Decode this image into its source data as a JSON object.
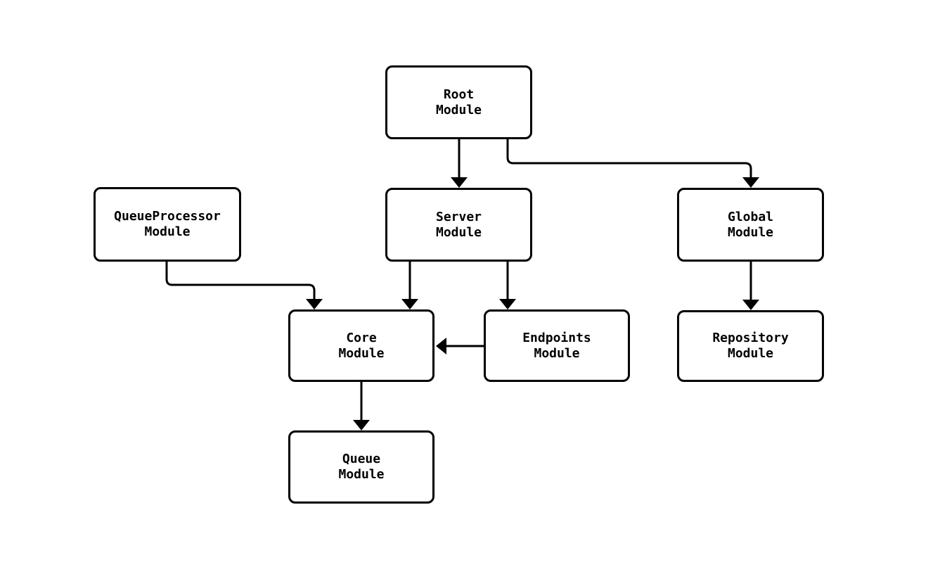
{
  "diagram": {
    "type": "module-dependency-graph",
    "background_color": "#ffffff",
    "node_fill_color": "#ffffff",
    "node_border_color": "#000000",
    "edge_color": "#000000",
    "text_color": "#000000",
    "nodes": {
      "root": {
        "line1": "Root",
        "line2": "Module"
      },
      "queue_processor": {
        "line1": "QueueProcessor",
        "line2": "Module"
      },
      "server": {
        "line1": "Server",
        "line2": "Module"
      },
      "global": {
        "line1": "Global",
        "line2": "Module"
      },
      "core": {
        "line1": "Core",
        "line2": "Module"
      },
      "endpoints": {
        "line1": "Endpoints",
        "line2": "Module"
      },
      "repository": {
        "line1": "Repository",
        "line2": "Module"
      },
      "queue": {
        "line1": "Queue",
        "line2": "Module"
      }
    },
    "edges": [
      {
        "from": "root",
        "to": "server"
      },
      {
        "from": "root",
        "to": "global"
      },
      {
        "from": "queue_processor",
        "to": "core"
      },
      {
        "from": "server",
        "to": "core"
      },
      {
        "from": "server",
        "to": "endpoints"
      },
      {
        "from": "endpoints",
        "to": "core"
      },
      {
        "from": "global",
        "to": "repository"
      },
      {
        "from": "core",
        "to": "queue"
      }
    ]
  }
}
